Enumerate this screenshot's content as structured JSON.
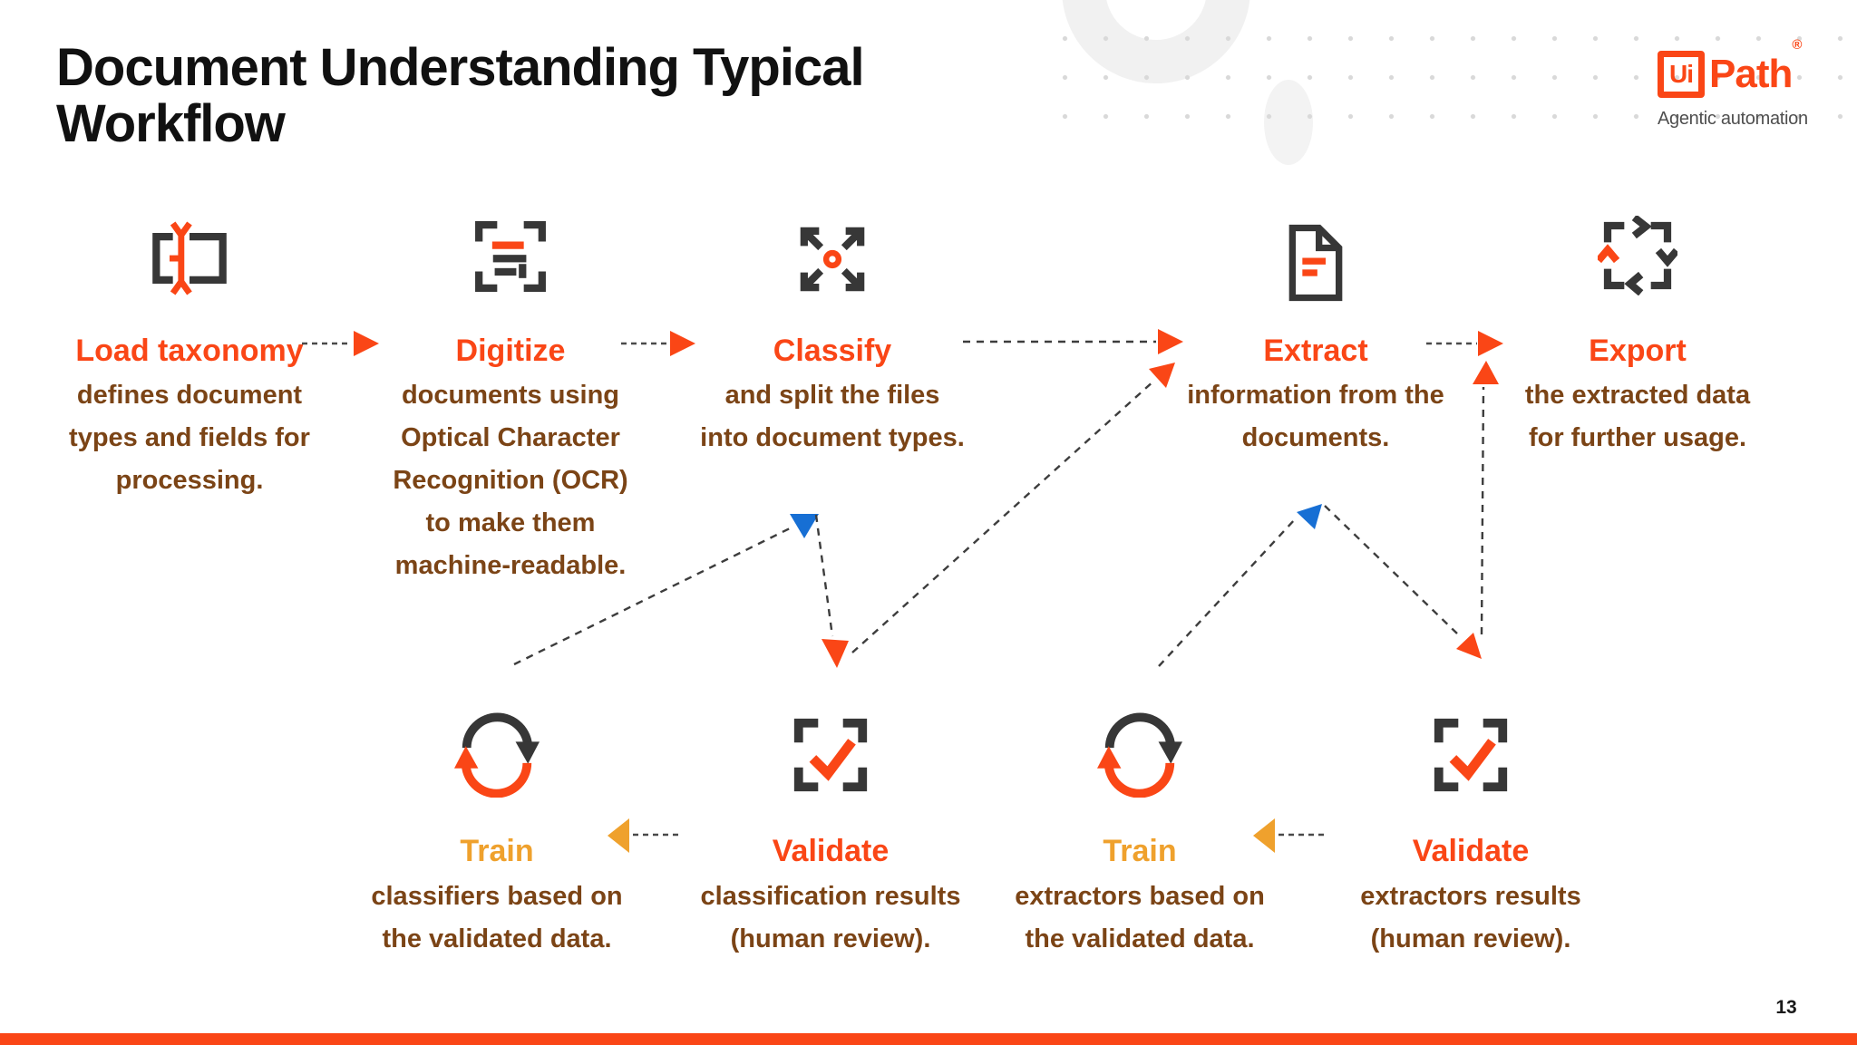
{
  "slide": {
    "title_line1": "Document Understanding Typical",
    "title_line2": "Workflow",
    "page_number": "13"
  },
  "logo": {
    "ui": "Ui",
    "path": "Path",
    "registered": "®",
    "tagline": "Agentic automation"
  },
  "colors": {
    "orange": "#FA4616",
    "yellow": "#EFA12D",
    "blue": "#176FD4",
    "brown": "#7B4416",
    "dark": "#373737",
    "tagline_grey": "#4F4F4F"
  },
  "icons": {
    "load_taxonomy": "taxonomy-branch-icon",
    "digitize": "ocr-scan-icon",
    "classify": "split-arrows-icon",
    "extract": "document-lines-icon",
    "export": "sync-square-icon",
    "train": "refresh-circle-icon",
    "validate": "check-frame-icon"
  },
  "steps": [
    {
      "title": "Load taxonomy",
      "lines": [
        "defines document",
        "types and fields for",
        "processing."
      ]
    },
    {
      "title": "Digitize",
      "lines": [
        "documents using",
        "Optical Character",
        "Recognition (OCR)",
        "to make them",
        "machine-readable."
      ]
    },
    {
      "title": "Classify",
      "lines": [
        "and split the files",
        "into document types."
      ]
    },
    {
      "title": "Extract",
      "lines": [
        "information from the",
        "documents."
      ]
    },
    {
      "title": "Export",
      "lines": [
        "the extracted data",
        "for further usage."
      ]
    }
  ],
  "loop_steps": [
    {
      "title": "Train",
      "lines": [
        "classifiers based on",
        "the validated data."
      ]
    },
    {
      "title": "Validate",
      "lines": [
        "classification results",
        "(human review)."
      ]
    },
    {
      "title": "Train",
      "lines": [
        "extractors based on",
        "the validated data."
      ]
    },
    {
      "title": "Validate",
      "lines": [
        "extractors results",
        "(human review)."
      ]
    }
  ]
}
